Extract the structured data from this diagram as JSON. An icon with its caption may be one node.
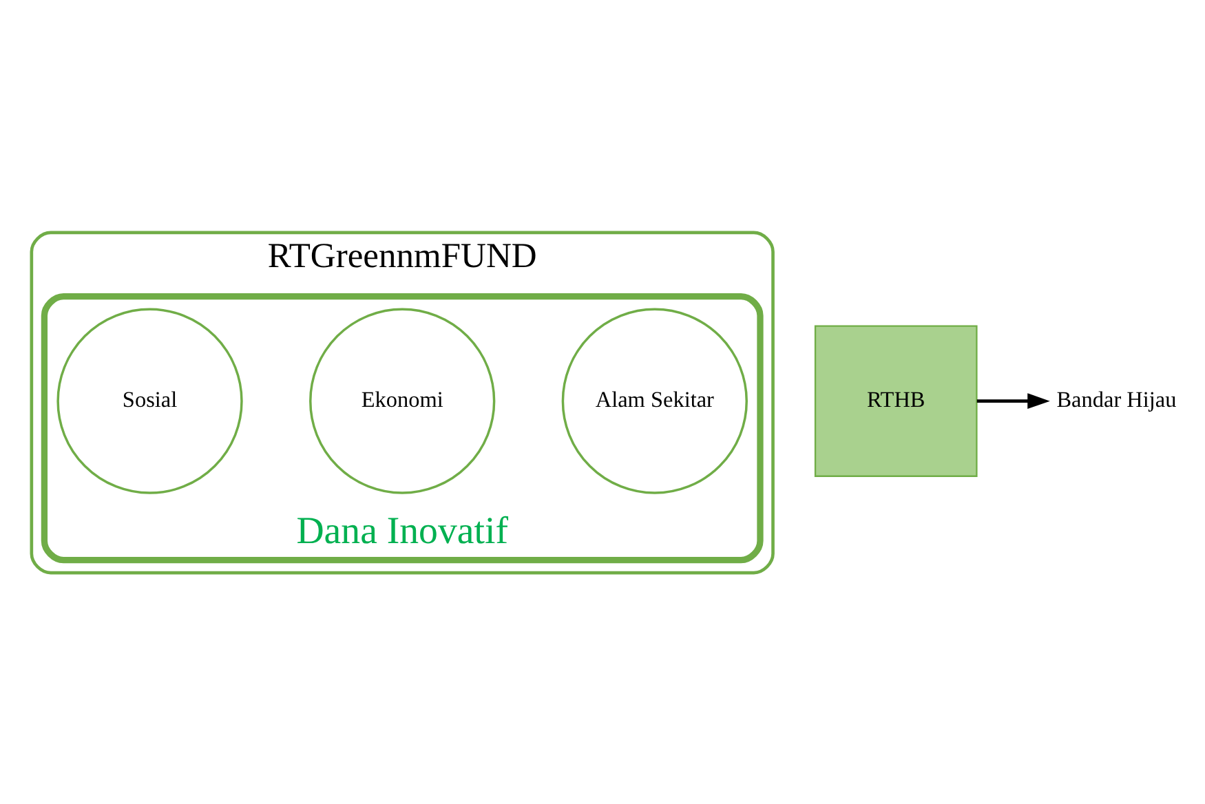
{
  "diagram": {
    "nodes": [
      {
        "text": [
          "RTGreennmFUND"
        ]
      },
      {
        "text": [
          "Dana Inovatif"
        ],
        "in": 0
      },
      {
        "text": [
          "Alam Sekitar"
        ],
        "in": 1
      },
      {
        "text": [
          "Ekonomi"
        ],
        "in": 1
      },
      {
        "text": [
          "Sosial"
        ],
        "in": 1
      },
      {
        "text": [
          "RTHB"
        ]
      },
      {
        "text": [
          "Bandar Hijau"
        ]
      }
    ],
    "edges": [
      {
        "from": 5,
        "to": 6,
        "arrow": "to"
      }
    ]
  }
}
